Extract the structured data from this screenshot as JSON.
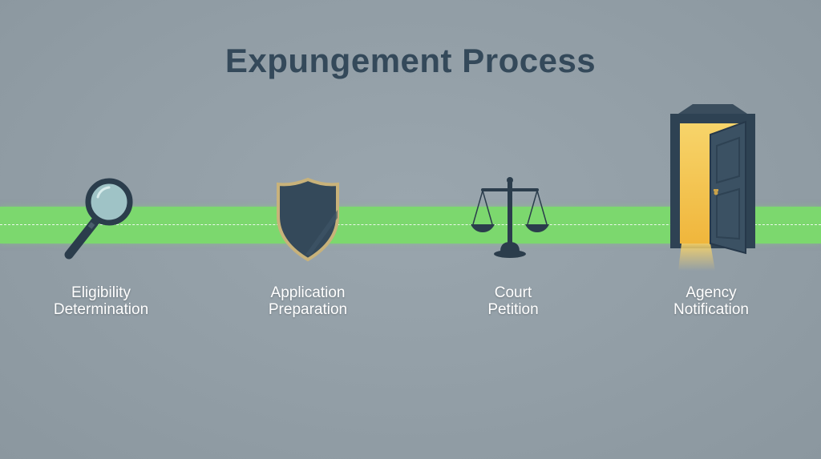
{
  "title": "Expungement Process",
  "steps": [
    {
      "label": "Eligibility\nDetermination",
      "icon": "magnifying-glass-icon"
    },
    {
      "label": "Application\nPreparation",
      "icon": "shield-icon"
    },
    {
      "label": "Court\nPetition",
      "icon": "scales-of-justice-icon"
    },
    {
      "label": "Agency\nNotification",
      "icon": "open-door-icon"
    }
  ],
  "colors": {
    "background": "#929ea6",
    "title": "#34495a",
    "road": "#7cd86e",
    "icon_dark": "#2e4253",
    "accent_gold": "#c8b27a",
    "door_light": "#f2c14e"
  }
}
